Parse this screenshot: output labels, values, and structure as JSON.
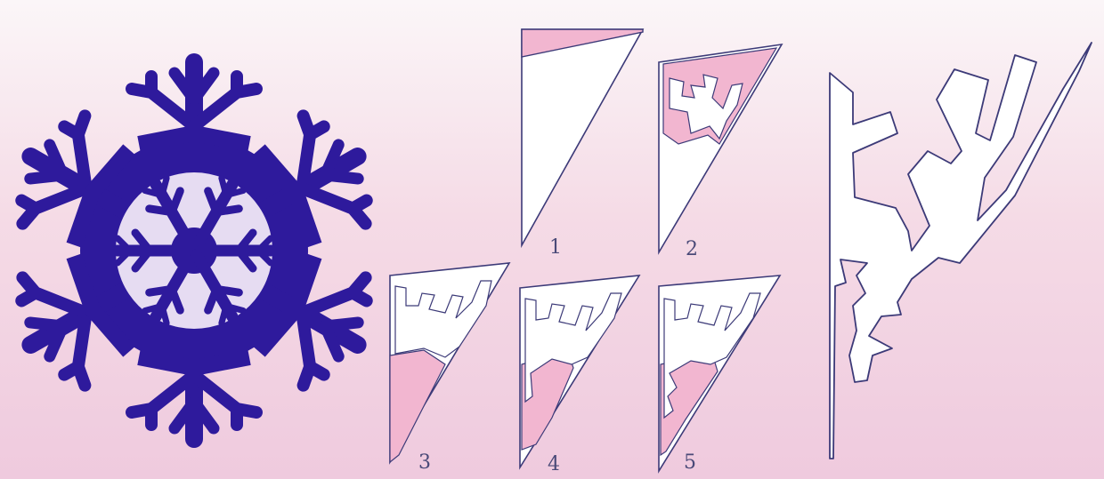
{
  "colors": {
    "background_top": "#fbf6f8",
    "background_bottom": "#efcade",
    "snowflake": "#2e1a9c",
    "paper": "#ffffff",
    "cutaway": "#f2b6d0",
    "outline": "#3c3a78"
  },
  "steps": [
    {
      "number": "1"
    },
    {
      "number": "2"
    },
    {
      "number": "3"
    },
    {
      "number": "4"
    },
    {
      "number": "5"
    }
  ]
}
